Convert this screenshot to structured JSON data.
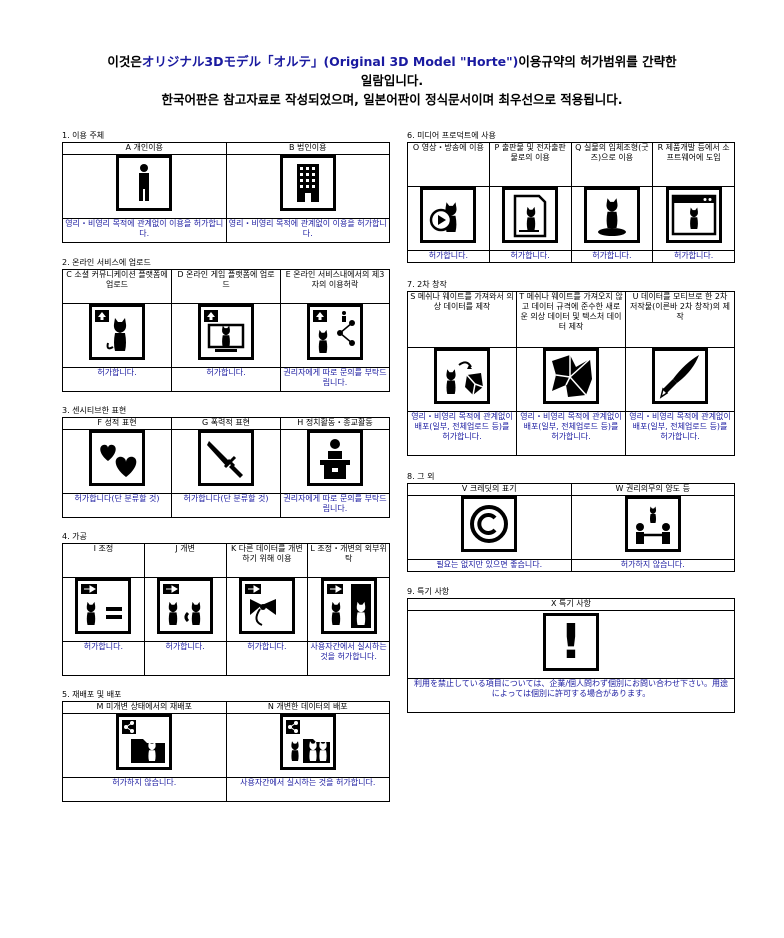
{
  "title": {
    "line1_pre": "이것은",
    "line1_highlight": "オリジナル3Dモデル「オルテ」",
    "line1_mid": "(Original 3D Model \"Horte\")",
    "line1_post": "이용규약의 허가범위를 간략한",
    "line2": "일람입니다.",
    "line3": "한국어판은 참고자료로 작성되었으며, 일본어판이 정식문서이며 최우선으로 적용됩니다."
  },
  "sections": {
    "s1": {
      "label": "1. 이용 주체",
      "items": [
        {
          "head": "A 개인이용",
          "icon": "person-icon",
          "result": "영리・비영리 목적에 관계없이 이용을 허가합니다."
        },
        {
          "head": "B 법인이용",
          "icon": "building-icon",
          "result": "영리・비영리 목적에 관계없이 이용을 허가합니다."
        }
      ]
    },
    "s2": {
      "label": "2. 온라인 서비스에 업로드",
      "items": [
        {
          "head": "C 소셜 커뮤니케이션 플랫폼에 업로드",
          "icon": "upload-social-icon",
          "result": "허가합니다."
        },
        {
          "head": "D 온라인 게임 플랫폼에 업로드",
          "icon": "upload-game-icon",
          "result": "허가합니다."
        },
        {
          "head": "E 온라인 서비스내에서의 제3자의 이용허락",
          "icon": "third-party-share-icon",
          "result": "권리자에게 따로 문의를 부탁드립니다."
        }
      ]
    },
    "s3": {
      "label": "3. 센시티브한 표현",
      "items": [
        {
          "head": "F 성적 표현",
          "icon": "hearts-icon",
          "result": "허가합니다(단 분류할 것)"
        },
        {
          "head": "G 폭력적 표현",
          "icon": "knife-icon",
          "result": "허가합니다(단 분류할 것)"
        },
        {
          "head": "H 정치활동・종교활동",
          "icon": "podium-icon",
          "result": "권리자에게 따로 문의를 부탁드립니다."
        }
      ]
    },
    "s4": {
      "label": "4. 가공",
      "items": [
        {
          "head": "I 조정",
          "icon": "adjust-icon",
          "result": "허가합니다."
        },
        {
          "head": "J 개변",
          "icon": "modify-icon",
          "result": "허가합니다."
        },
        {
          "head": "K 다른 데이터를 개변하기 위해 이용",
          "icon": "ribbon-icon",
          "result": "허가합니다."
        },
        {
          "head": "L 조정・개변의 외부위탁",
          "icon": "outsource-icon",
          "result": "사용자간에서 실시하는 것을 허가합니다."
        }
      ]
    },
    "s5": {
      "label": "5. 재배포 및 배포",
      "items": [
        {
          "head": "M 미개변 상태에서의 재배포",
          "icon": "share-folder-icon",
          "result": "허가하지 않습니다."
        },
        {
          "head": "N 개변한 데이터의 배포",
          "icon": "share-modified-icon",
          "result": "사용자간에서 실시하는 것을 허가합니다."
        }
      ]
    },
    "s6": {
      "label": "6. 미디어 프로덕트에 사용",
      "items": [
        {
          "head": "O 영상・방송에 이용",
          "icon": "video-icon",
          "result": "허가합니다."
        },
        {
          "head": "P 출판물 및 전자출판물로의 이용",
          "icon": "publication-icon",
          "result": "허가합니다."
        },
        {
          "head": "Q 실물의 입체조형(굿즈)으로 이용",
          "icon": "figure-icon",
          "result": "허가합니다."
        },
        {
          "head": "R 제품개발 등에서 소프트웨어에 도입",
          "icon": "software-icon",
          "result": "허가합니다."
        }
      ]
    },
    "s7": {
      "label": "7. 2차 창작",
      "items": [
        {
          "head": "S 메쉬나 웨이트를 가져와서 의상 데이터를 제작",
          "icon": "mesh-extract-icon",
          "result": "영리・비영리 목적에 관계없이 배포(일부, 전체업로드 등)를 허가합니다."
        },
        {
          "head": "T 메쉬나 웨이트를 가져오지 않고 데이터 규격에 준수한 새로운 의상 데이터 및 텍스처 데이터 제작",
          "icon": "fabric-icon",
          "result": "영리・비영리 목적에 관계없이 배포(일부, 전체업로드 등)를 허가합니다."
        },
        {
          "head": "U 데이터를 모티브로 한 2차 저작물(이른바 2차 창작)의 제작",
          "icon": "pen-icon",
          "result": "영리・비영리 목적에 관계없이 배포(일부, 전체업로드 등)를 허가합니다."
        }
      ]
    },
    "s8": {
      "label": "8. 그 외",
      "items": [
        {
          "head": "V 크레딧의 표기",
          "icon": "copyright-icon",
          "result": "필요는 없지만 있으면 좋습니다."
        },
        {
          "head": "W 권리의무의 양도 등",
          "icon": "transfer-icon",
          "result": "허가하지 않습니다."
        }
      ]
    },
    "s9": {
      "label": "9. 특기 사항",
      "head": "X 특기 사항",
      "icon": "exclamation-icon",
      "mark": "!",
      "result": "利用を禁止している項目については、企業/個人問わず個別にお問い合わせ下さい。用途によっては個別に許可する場合があります。"
    }
  },
  "colors": {
    "accent": "#1a1aa0",
    "text": "#000000",
    "background": "#ffffff"
  }
}
